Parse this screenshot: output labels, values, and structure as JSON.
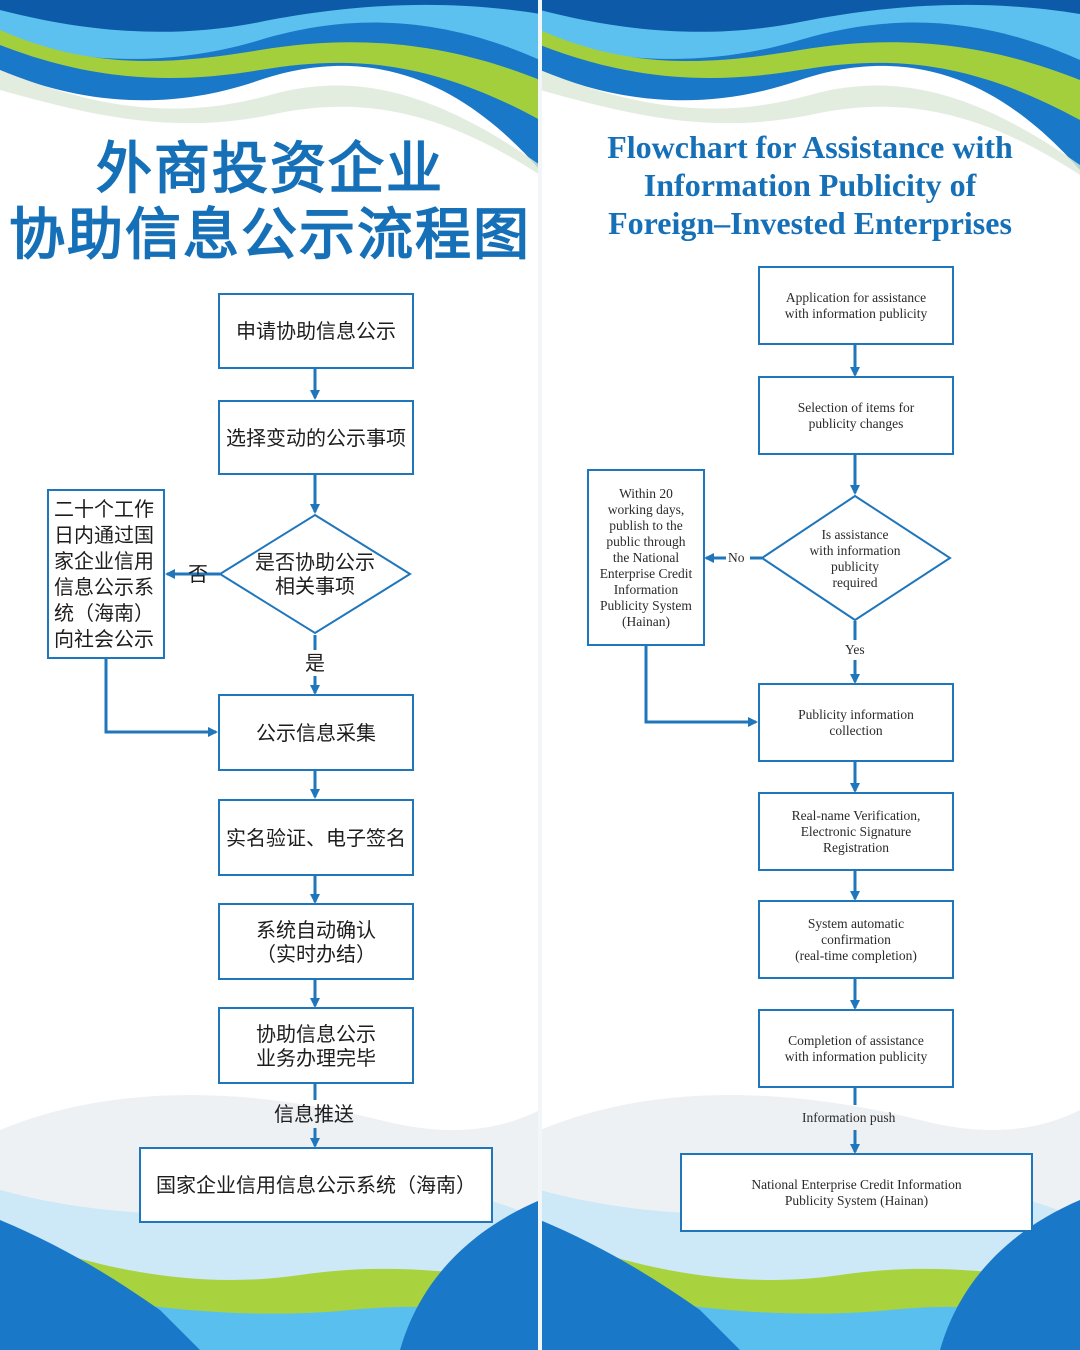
{
  "left": {
    "title_line1": "外商投资企业",
    "title_line2": "协助信息公示流程图",
    "steps": {
      "apply": "申请协助信息公示",
      "select": "选择变动的公示事项",
      "decision": "是否协助公示\n相关事项",
      "side": "二十个工作\n日内通过国\n家企业信用\n信息公示系\n统（海南）\n向社会公示",
      "collect": "公示信息采集",
      "verify": "实名验证、电子签名",
      "confirm": "系统自动确认\n（实时办结）",
      "complete": "协助信息公示\n业务办理完毕",
      "system": "国家企业信用信息公示系统（海南）"
    },
    "labels": {
      "no": "否",
      "yes": "是",
      "push": "信息推送"
    }
  },
  "right": {
    "title_line1": "Flowchart for Assistance with",
    "title_line2": "Information Publicity of",
    "title_line3": "Foreign–Invested Enterprises",
    "steps": {
      "apply": "Application for assistance\nwith information publicity",
      "select": "Selection of items for\npublicity changes",
      "decision": "Is assistance\nwith information\npublicity\nrequired",
      "side": "Within 20\nworking days,\npublish to the\npublic through\nthe National\nEnterprise Credit\nInformation\nPublicity System\n(Hainan)",
      "collect": "Publicity information\ncollection",
      "verify": "Real-name Verification,\nElectronic Signature\nRegistration",
      "confirm": "System automatic\nconfirmation\n(real-time completion)",
      "complete": "Completion of assistance\nwith information publicity",
      "system": "National Enterprise Credit Information\nPublicity System (Hainan)"
    },
    "labels": {
      "no": "No",
      "yes": "Yes",
      "push": "Information push"
    }
  },
  "colors": {
    "primary_blue": "#1670b8",
    "line_blue": "#1f76bb",
    "wave_green": "#9ccc3a",
    "wave_light_blue": "#5fc3ef"
  }
}
